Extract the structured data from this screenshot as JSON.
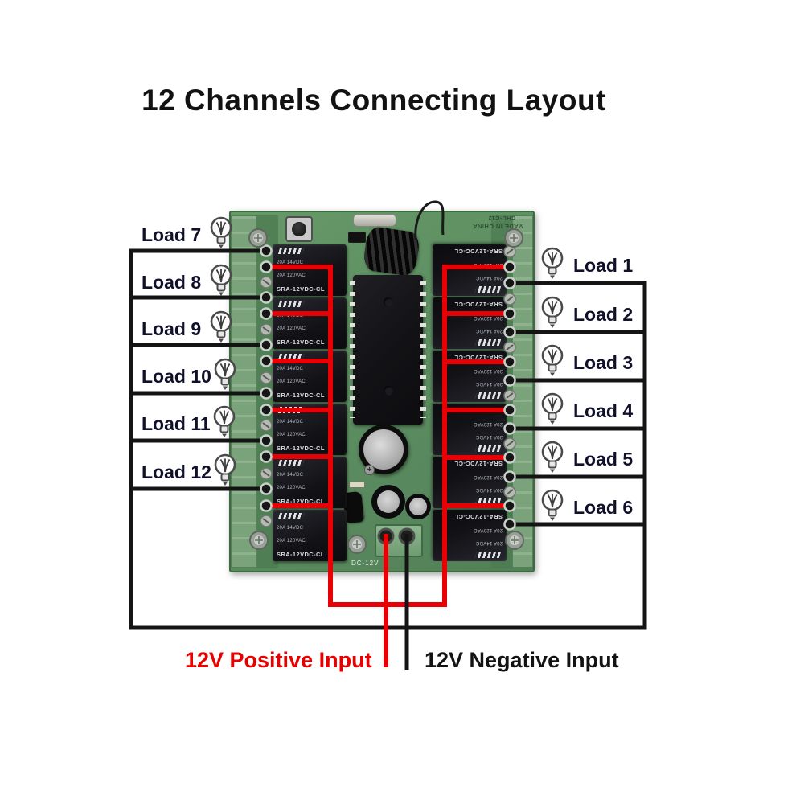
{
  "title": "12 Channels Connecting Layout",
  "loads_left": [
    {
      "label": "Load 7"
    },
    {
      "label": "Load 8"
    },
    {
      "label": "Load 9"
    },
    {
      "label": "Load 10"
    },
    {
      "label": "Load 11"
    },
    {
      "label": "Load 12"
    }
  ],
  "loads_right": [
    {
      "label": "Load 1"
    },
    {
      "label": "Load 2"
    },
    {
      "label": "Load 3"
    },
    {
      "label": "Load 4"
    },
    {
      "label": "Load 5"
    },
    {
      "label": "Load 6"
    }
  ],
  "inputs": {
    "positive_label": "12V Positive Input",
    "negative_label": "12V Negative Input"
  },
  "board": {
    "relay_model": "SRA-12VDC-CL",
    "relay_rating_1": "20A 14VDC",
    "relay_rating_2": "20A 120VAC",
    "model": "CHU-C12",
    "origin": "MADE IN CHINA",
    "power_port_label": "DC-12V"
  },
  "colors": {
    "positive_wire": "#e80005",
    "negative_wire": "#141414",
    "pcb_green": "#5d8f62"
  }
}
